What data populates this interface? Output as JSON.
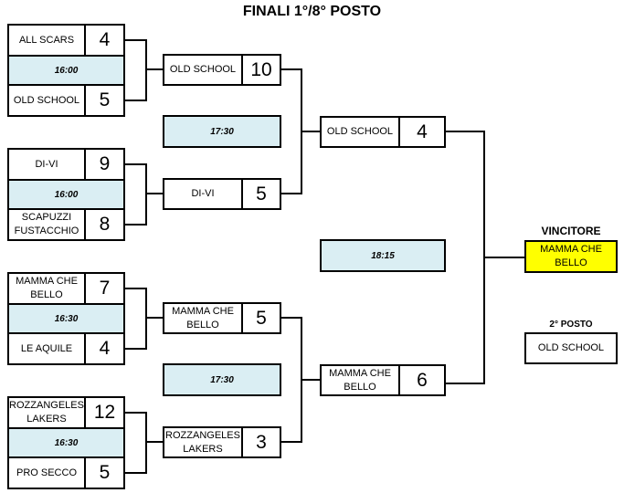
{
  "title": "FINALI 1°/8° POSTO",
  "round1": [
    {
      "team1": "ALL SCARS",
      "score1": "4",
      "time": "16:00",
      "team2": "OLD SCHOOL",
      "score2": "5"
    },
    {
      "team1": "DI-VI",
      "score1": "9",
      "time": "16:00",
      "team2": "SCAPUZZI FUSTACCHIO",
      "score2": "8"
    },
    {
      "team1": "MAMMA CHE BELLO",
      "score1": "7",
      "time": "16:30",
      "team2": "LE AQUILE",
      "score2": "4"
    },
    {
      "team1": "ROZZANGELES LAKERS",
      "score1": "12",
      "time": "16:30",
      "team2": "PRO SECCO",
      "score2": "5"
    }
  ],
  "round2": [
    {
      "team1": "OLD SCHOOL",
      "score1": "10",
      "time": "17:30",
      "team2": "DI-VI",
      "score2": "5"
    },
    {
      "team1": "MAMMA CHE BELLO",
      "score1": "5",
      "time": "17:30",
      "team2": "ROZZANGELES LAKERS",
      "score2": "3"
    }
  ],
  "final": {
    "team1": "OLD SCHOOL",
    "score1": "4",
    "time": "18:15",
    "team2": "MAMMA CHE BELLO",
    "score2": "6"
  },
  "winner": {
    "label": "VINCITORE",
    "name": "MAMMA CHE BELLO"
  },
  "second": {
    "label": "2° POSTO",
    "name": "OLD SCHOOL"
  },
  "colors": {
    "time_fill": "#daeef3",
    "winner_fill": "#ffff00"
  }
}
